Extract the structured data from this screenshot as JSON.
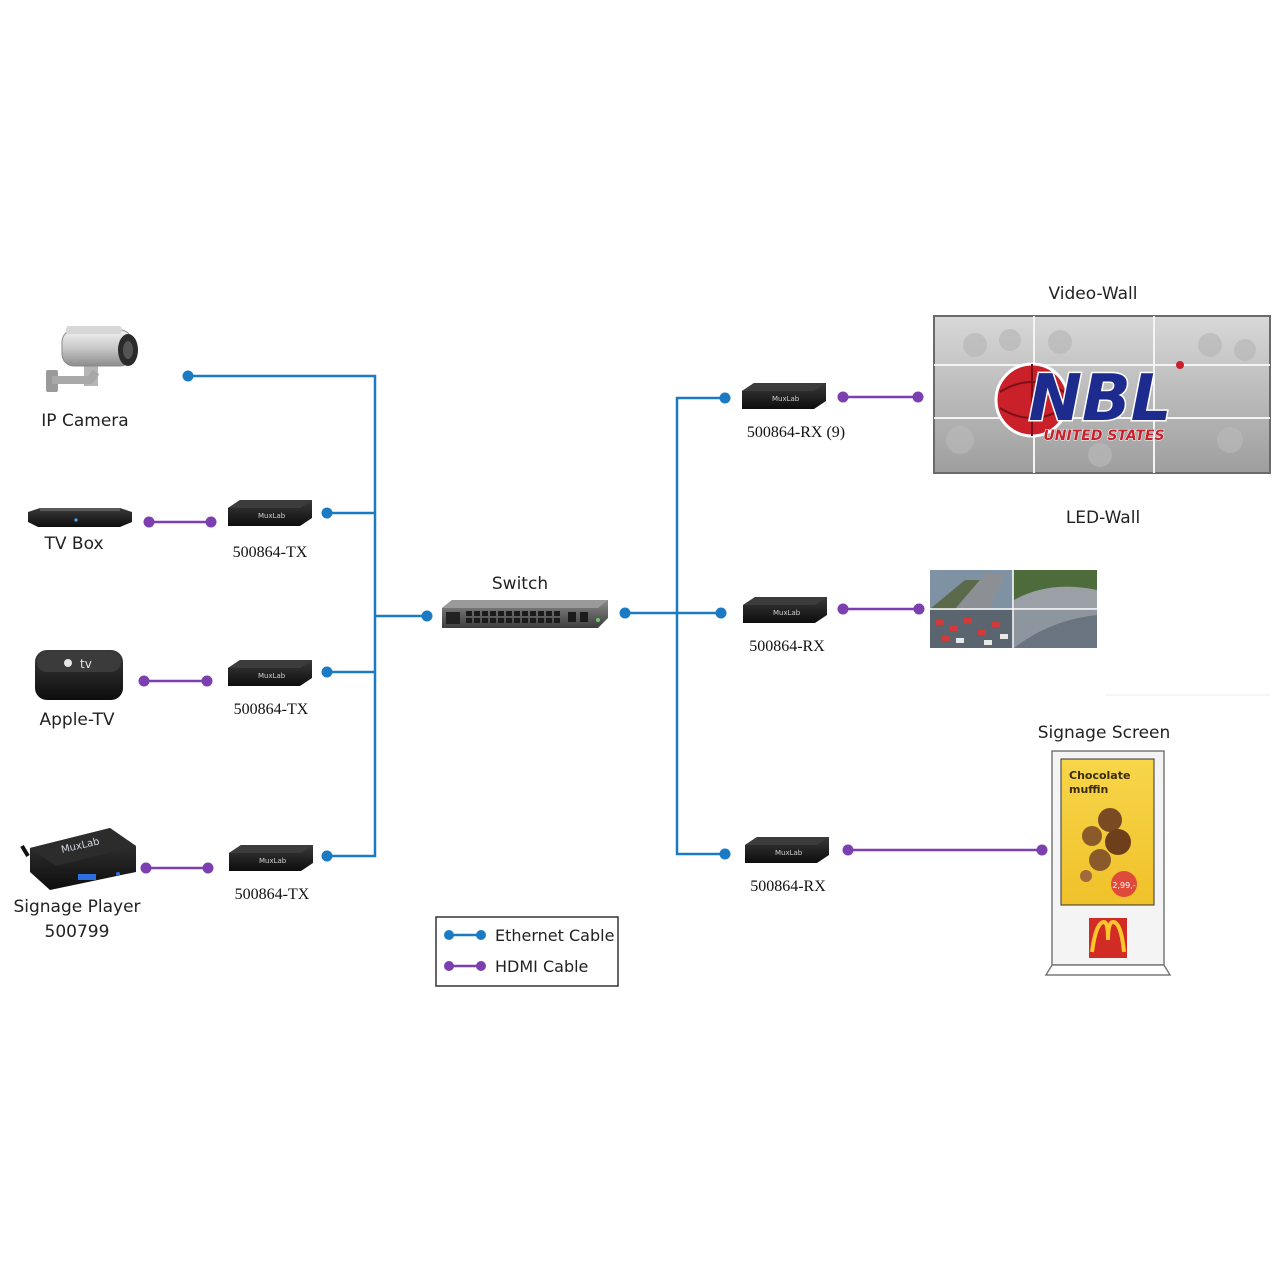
{
  "devices": {
    "ip_camera": "IP Camera",
    "tv_box": "TV Box",
    "apple_tv": "Apple-TV",
    "apple_tv_logo": "tv",
    "signage_player": "Signage Player",
    "signage_player_model": "500799",
    "signage_player_brand": "MuxLab"
  },
  "transmitters": {
    "tx1": "500864-TX",
    "tx2": "500864-TX",
    "tx3": "500864-TX",
    "brand": "MuxLab"
  },
  "switch": {
    "label": "Switch"
  },
  "receivers": {
    "rx1": "500864-RX (9)",
    "rx2": "500864-RX",
    "rx3": "500864-RX"
  },
  "displays": {
    "video_wall": "Video-Wall",
    "video_wall_logo": "NBL",
    "video_wall_logo_sub": "UNITED STATES",
    "led_wall": "LED-Wall",
    "signage_screen": "Signage Screen",
    "signage_headline_1": "Chocolate",
    "signage_headline_2": "muffin",
    "signage_price": "2,99,-"
  },
  "legend": {
    "ethernet": "Ethernet Cable",
    "hdmi": "HDMI Cable"
  },
  "colors": {
    "ethernet": "#1a7bc4",
    "hdmi": "#7b3fb0"
  }
}
